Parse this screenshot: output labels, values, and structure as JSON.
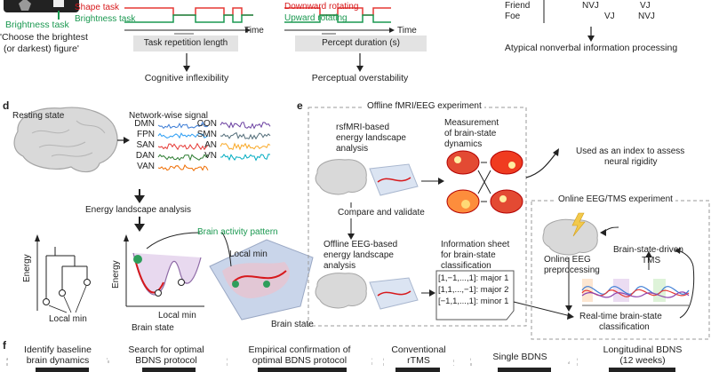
{
  "panel_c": {
    "task_label": "Brightness task",
    "task_desc_1": "'Choose the brightest",
    "task_desc_2": "(or darkest) figure'",
    "shape_task": "Shape task",
    "brightness_task": "Brightness task",
    "time": "Time",
    "box": "Task repetition length",
    "result": "Cognitive inflexibility"
  },
  "panel_perc": {
    "down": "Downward rotating",
    "up": "Upward rotating",
    "time": "Time",
    "box": "Percept duration (s)",
    "result": "Perceptual overstability"
  },
  "panel_social": {
    "friend": "Friend",
    "foe": "Foe",
    "friend_v1": "NVJ",
    "friend_v2": "VJ",
    "foe_v1": "VJ",
    "foe_v2": "NVJ",
    "result": "Atypical nonverbal information processing"
  },
  "panel_d": {
    "letter": "d",
    "resting": "Resting state",
    "signal": "Network-wise signal",
    "networks": [
      "DMN",
      "FPN",
      "SAN",
      "DAN",
      "VAN",
      "CON",
      "SMN",
      "AN",
      "VN"
    ],
    "network_colors": [
      "#3a7bd5",
      "#2a9df4",
      "#e53935",
      "#2e7d32",
      "#ef6c00",
      "#6a3fa0",
      "#546e7a",
      "#f9a825",
      "#00acc1"
    ],
    "ela": "Energy landscape analysis",
    "energy": "Energy",
    "energy2": "Energy",
    "local_min": "Local min",
    "local_min2": "Local min",
    "local_min3": "Local min",
    "brain_state": "Brain state",
    "brain_state2": "Brain state",
    "pattern": "Brain activity pattern"
  },
  "panel_e": {
    "letter": "e",
    "offline_title": "Offline fMRI/EEG experiment",
    "rsfmri_1": "rsfMRI-based",
    "rsfmri_2": "energy landscape",
    "rsfmri_3": "analysis",
    "meas_1": "Measurement",
    "meas_2": "of brain-state",
    "meas_3": "dynamics",
    "compare": "Compare and validate",
    "eeg_1": "Offline EEG-based",
    "eeg_2": "energy landscape",
    "eeg_3": "analysis",
    "info_1": "Information sheet",
    "info_2": "for brain-state",
    "info_3": "classification",
    "sheet_1": "[1,−1,...,1]: major 1",
    "sheet_2": "[1,1,...,−1]: major 2",
    "sheet_3": "[−1,1,...,1]: minor 1",
    "index_1": "Used as an index to assess",
    "index_2": "neural rigidity",
    "online_title": "Online EEG/TMS experiment",
    "online_eeg_1": "Online EEG",
    "online_eeg_2": "preprocessing",
    "tms_1": "Brain-state-driven",
    "tms_2": "TMS",
    "rt_1": "Real-time brain-state",
    "rt_2": "classification"
  },
  "panel_f": {
    "letter": "f",
    "steps": [
      [
        "Identify baseline",
        "brain dynamics"
      ],
      [
        "Search for optimal",
        "BDNS protocol"
      ],
      [
        "Empirical confirmation of",
        "optimal BDNS protocol"
      ],
      [
        "Conventional",
        "rTMS"
      ],
      [
        "Single BDNS",
        ""
      ],
      [
        "Longitudinal BDNS",
        "(12 weeks)"
      ]
    ]
  }
}
